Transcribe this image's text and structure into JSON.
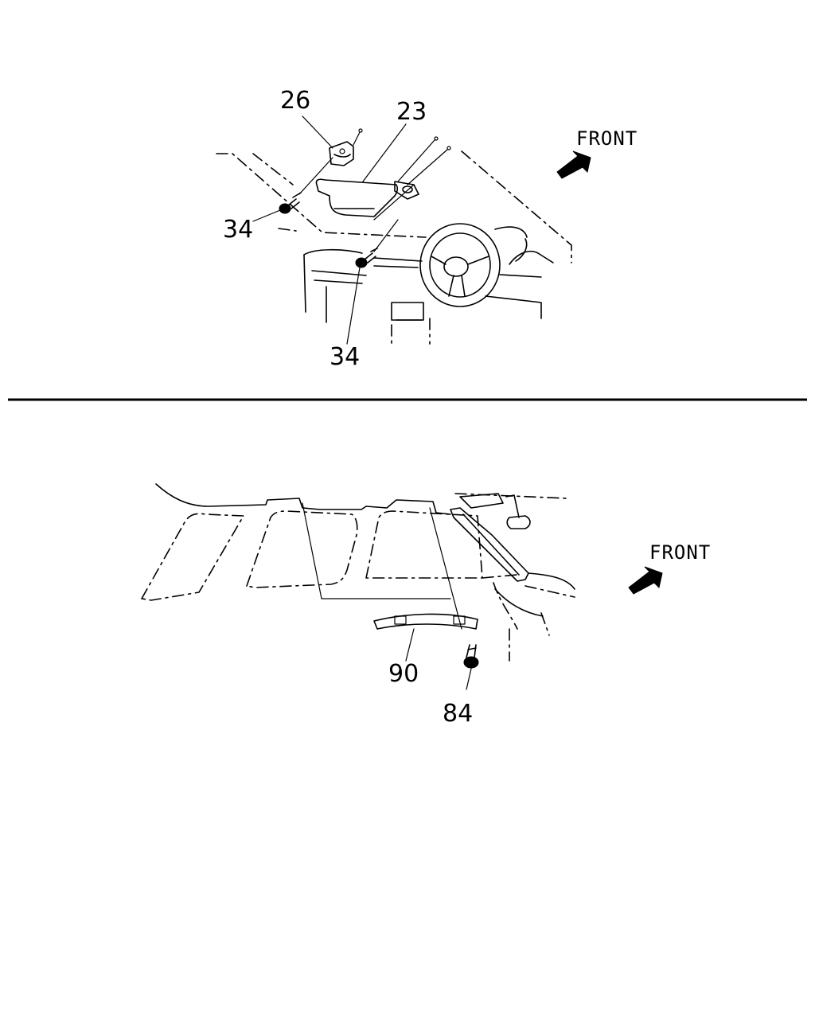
{
  "upper_view": {
    "front_label": "FRONT",
    "labels": {
      "part_26": "26",
      "part_23": "23",
      "part_34_left": "34",
      "part_34_lower": "34"
    }
  },
  "lower_view": {
    "front_label": "FRONT",
    "labels": {
      "part_90": "90",
      "part_84": "84"
    }
  },
  "colors": {
    "line": "#000000",
    "background": "#ffffff"
  }
}
